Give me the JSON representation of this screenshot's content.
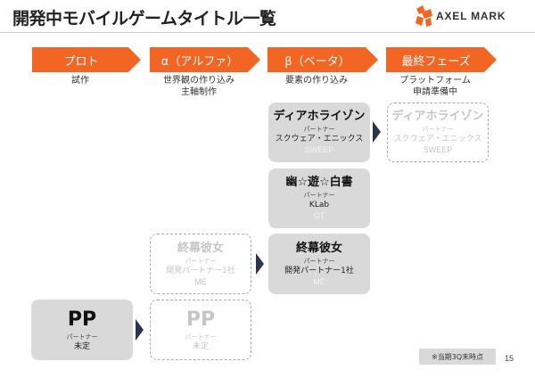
{
  "header": {
    "title": "開発中モバイルゲームタイトル一覧",
    "logo_text": "AXEL MARK",
    "logo_color": "#f26522"
  },
  "phases": [
    {
      "label": "プロト",
      "desc_lines": [
        "試作"
      ]
    },
    {
      "label": "α（アルファ）",
      "desc_lines": [
        "世界観の作り込み",
        "主軸制作"
      ]
    },
    {
      "label": "β（ベータ）",
      "desc_lines": [
        "要素の作り込み"
      ]
    },
    {
      "label": "最終フェーズ",
      "desc_lines": [
        "プラットフォーム",
        "申請準備中"
      ]
    }
  ],
  "games": [
    {
      "name": "ディアホライゾン",
      "partner_label": "パートナー",
      "partner": "スクウェア・エニックス",
      "platform": "SWEEP",
      "style": "solid"
    },
    {
      "name": "ディアホライゾン",
      "partner_label": "パートナー",
      "partner": "スクウェア・エニックス",
      "platform": "SWEEP",
      "style": "dashed"
    },
    {
      "name": "幽☆遊☆白書",
      "partner_label": "パートナー",
      "partner": "KLab",
      "platform": "GT",
      "style": "solid"
    },
    {
      "name": "終幕彼女",
      "partner_label": "パートナー",
      "partner": "開発パートナー1社",
      "platform": "ME",
      "style": "dashed"
    },
    {
      "name": "終幕彼女",
      "partner_label": "パートナー",
      "partner": "開発パートナー1社",
      "platform": "ME",
      "style": "solid"
    },
    {
      "name": "PP",
      "partner_label": "パートナー",
      "partner": "未定",
      "style": "solid"
    },
    {
      "name": "PP",
      "partner_label": "パートナー",
      "partner": "未定",
      "style": "dashed"
    }
  ],
  "colors": {
    "phase_arrow": "#f26522",
    "progress_triangle": "#2a3550",
    "box_fill": "#d9d9d9"
  },
  "footer": {
    "note": "※当期3Q末時点",
    "page_number": "15"
  }
}
